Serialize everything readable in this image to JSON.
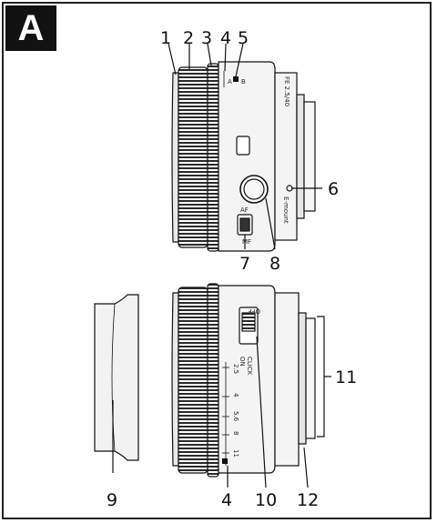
{
  "panel": {
    "letter": "A"
  },
  "callouts": {
    "c1": "1",
    "c2": "2",
    "c3": "3",
    "c4": "4",
    "c5": "5",
    "c6": "6",
    "c7": "7",
    "c8": "8",
    "c9": "9",
    "c10": "10",
    "c11": "11",
    "c12": "12",
    "c4b": "4"
  },
  "lens_text": {
    "model": "FE 2.5/40",
    "mount": "E-mount",
    "af": "AF",
    "mf": "MF",
    "off": "OFF",
    "click": "CLICK",
    "on": "ON",
    "scale": [
      "2.5",
      "4",
      "5.6",
      "8",
      "11"
    ],
    "ab": [
      "A",
      "B"
    ]
  },
  "colors": {
    "line": "#111111",
    "body": "#eeeeee",
    "knurl": "#222222"
  }
}
